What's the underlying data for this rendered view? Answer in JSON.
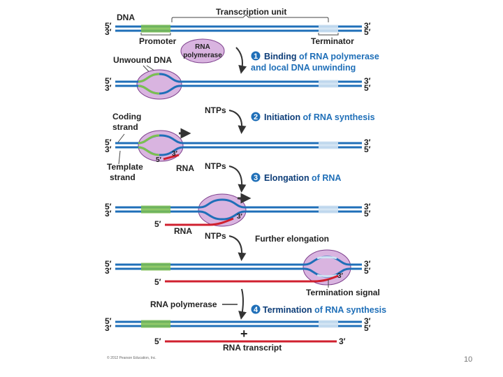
{
  "header": {
    "dna": "DNA",
    "transcription_unit": "Transcription unit",
    "promoter": "Promoter",
    "terminator": "Terminator"
  },
  "ends": {
    "five": "5′",
    "three": "3′"
  },
  "labels": {
    "rna_polymerase_line1": "RNA",
    "rna_polymerase_line2": "polymerase",
    "unwound_dna": "Unwound DNA",
    "coding_strand_line1": "Coding",
    "coding_strand_line2": "strand",
    "template_strand_line1": "Template",
    "template_strand_line2": "strand",
    "rna": "RNA",
    "ntps": "NTPs",
    "further_elongation": "Further elongation",
    "termination_signal": "Termination signal",
    "rna_polymerase": "RNA polymerase",
    "plus": "+",
    "rna_transcript": "RNA transcript"
  },
  "steps": [
    {
      "num": "1",
      "bold": "Binding",
      "rest": " of RNA polymerase",
      "line2": "and local DNA unwinding"
    },
    {
      "num": "2",
      "bold": "Initiation",
      "rest": " of RNA synthesis"
    },
    {
      "num": "3",
      "bold": "Elongation",
      "rest": " of RNA"
    },
    {
      "num": "4",
      "bold": "Termination",
      "rest": " of RNA synthesis"
    }
  ],
  "footer": {
    "copyright": "© 2012 Pearson Education, Inc.",
    "page_number": "10"
  },
  "colors": {
    "dna_strand": "#1f6fb8",
    "promoter": "#7cc04f",
    "terminator": "#cfe2f3",
    "polymerase": "#d9b4e0",
    "polymerase_edge": "#7d3f8c",
    "rna": "#d0202f",
    "arrow": "#333333"
  }
}
